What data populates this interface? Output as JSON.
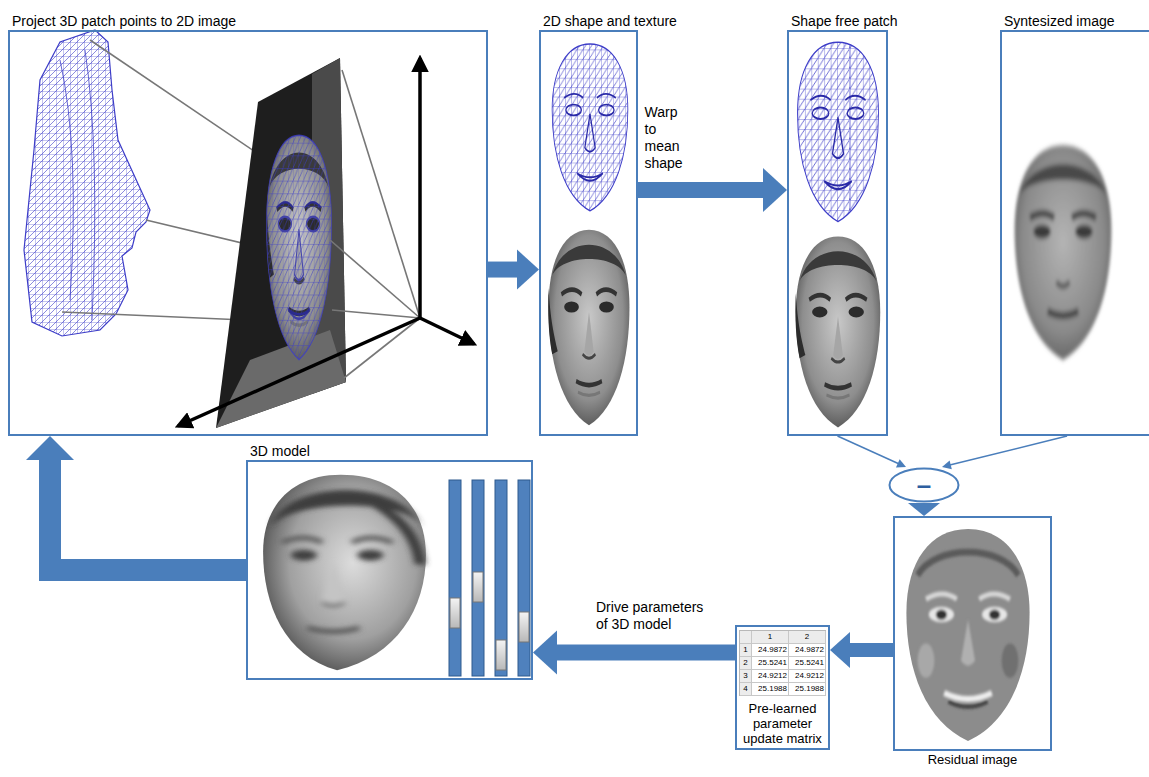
{
  "diagram": {
    "nodes": [
      {
        "text": [
          "Project 3D patch points to 2D image"
        ]
      },
      {
        "text": [
          "2D shape and texture"
        ]
      },
      {
        "text": [
          "Shape free patch"
        ]
      },
      {
        "text": [
          "Syntesized image"
        ]
      },
      {
        "text": [
          "–"
        ]
      },
      {
        "text": [
          "Residual image"
        ]
      },
      {
        "text": [
          "Pre-learned parameter update matrix"
        ]
      },
      {
        "text": [
          "3D model"
        ]
      }
    ],
    "edges": [
      {
        "from": 0,
        "to": 1,
        "arrow": "to"
      },
      {
        "from": 1,
        "to": 2,
        "label": "Warp to mean shape",
        "arrow": "to"
      },
      {
        "from": 2,
        "to": 4,
        "arrow": "to"
      },
      {
        "from": 3,
        "to": 4,
        "arrow": "to"
      },
      {
        "from": 4,
        "to": 5,
        "arrow": "to"
      },
      {
        "from": 5,
        "to": 6,
        "arrow": "to"
      },
      {
        "from": 6,
        "to": 7,
        "label": "Drive parameters of 3D model",
        "arrow": "to"
      },
      {
        "from": 7,
        "to": 0,
        "arrow": "to"
      }
    ],
    "labels": [
      "1",
      "2",
      "1",
      "24.9872",
      "24.9872",
      "2",
      "25.5241",
      "25.5241",
      "3",
      "24.9212",
      "24.9212",
      "4",
      "25.1988",
      "25.1988"
    ]
  }
}
